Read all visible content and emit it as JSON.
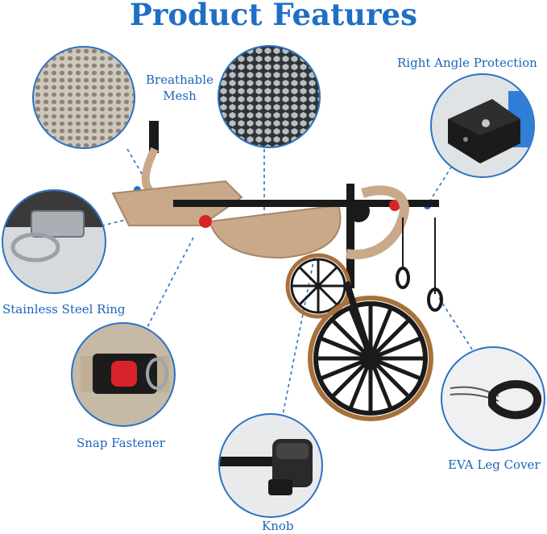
{
  "title": "Product Features",
  "features": {
    "breathable_mesh": {
      "line1": "Breathable",
      "line2": "Mesh"
    },
    "right_angle": "Right Angle Protection",
    "stainless_ring": "Stainless Steel Ring",
    "snap_fastener": "Snap Fastener",
    "eva_leg_cover": "EVA Leg Cover",
    "knob": "Knob"
  },
  "colors": {
    "accent": "#1f6fc5",
    "frame": "#1a1a1a",
    "fabric": "#c9a98a",
    "tire_rim": "#a8703a"
  }
}
